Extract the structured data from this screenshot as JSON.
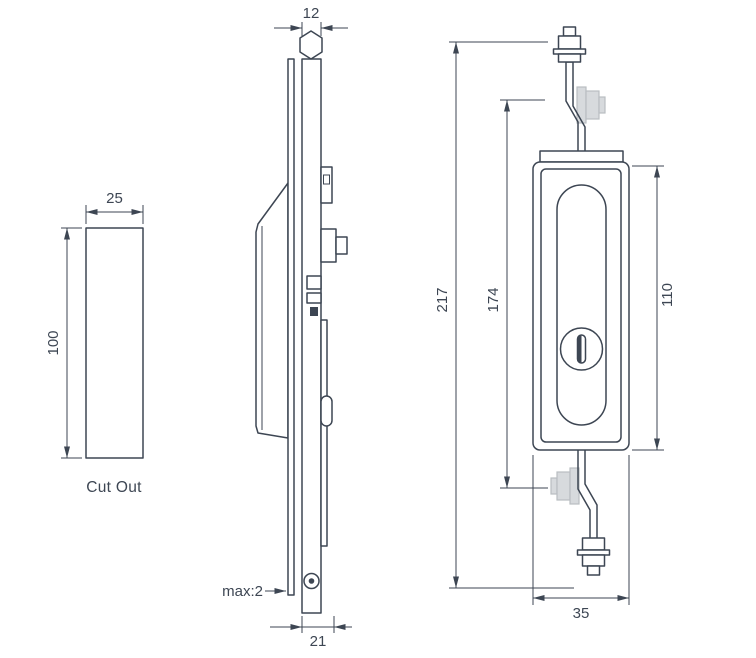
{
  "drawing": {
    "cutout_view": {
      "label": "Cut Out",
      "width_dim": "25",
      "height_dim": "100"
    },
    "side_view": {
      "top_width_dim": "12",
      "panel_thickness_note": "max:2",
      "bottom_width_dim": "21"
    },
    "front_view": {
      "overall_height_dim": "217",
      "rod_span_dim": "174",
      "body_height_dim": "110",
      "bottom_width_dim": "35"
    },
    "colors": {
      "line": "#3d4653",
      "ghost_fill": "#d7dadd",
      "ghost_stroke": "#b9bdc2",
      "background": "#ffffff"
    }
  }
}
